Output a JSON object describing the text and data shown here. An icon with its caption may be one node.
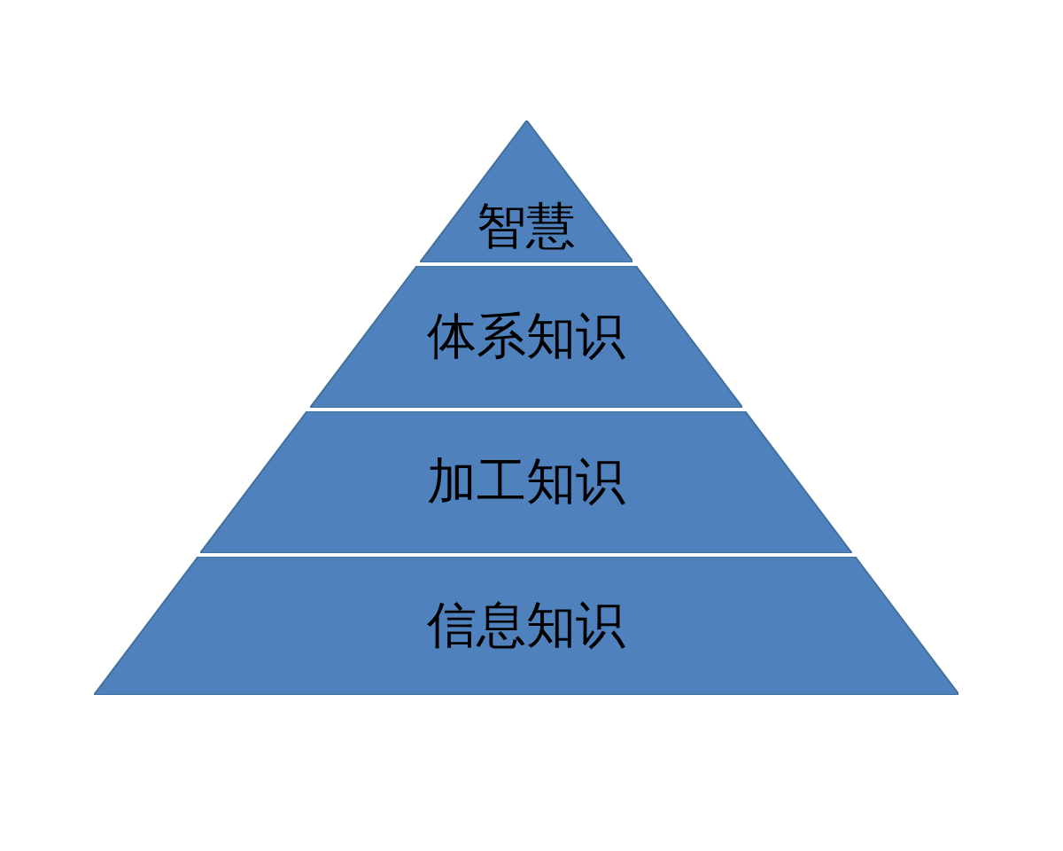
{
  "diagram": {
    "nodes": [
      {
        "text": [
          "智慧"
        ]
      },
      {
        "text": [
          "体系知识"
        ]
      },
      {
        "text": [
          "加工知识"
        ]
      },
      {
        "text": [
          "信息知识"
        ]
      }
    ]
  }
}
